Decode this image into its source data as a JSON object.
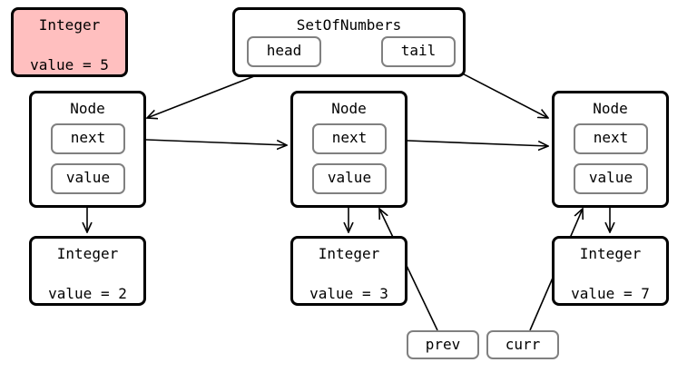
{
  "diagram": {
    "highlight_color": "#ffbfbf",
    "field_border_color": "#808080",
    "set": {
      "title": "SetOfNumbers",
      "head_label": "head",
      "tail_label": "tail"
    },
    "integer_standalone": {
      "title": "Integer",
      "value_text": "value = 5"
    },
    "nodes": [
      {
        "title": "Node",
        "next_label": "next",
        "value_label": "value"
      },
      {
        "title": "Node",
        "next_label": "next",
        "value_label": "value"
      },
      {
        "title": "Node",
        "next_label": "next",
        "value_label": "value"
      }
    ],
    "integers": [
      {
        "title": "Integer",
        "value_text": "value = 2"
      },
      {
        "title": "Integer",
        "value_text": "value = 3"
      },
      {
        "title": "Integer",
        "value_text": "value = 7"
      }
    ],
    "pointers": {
      "prev_label": "prev",
      "curr_label": "curr"
    }
  }
}
